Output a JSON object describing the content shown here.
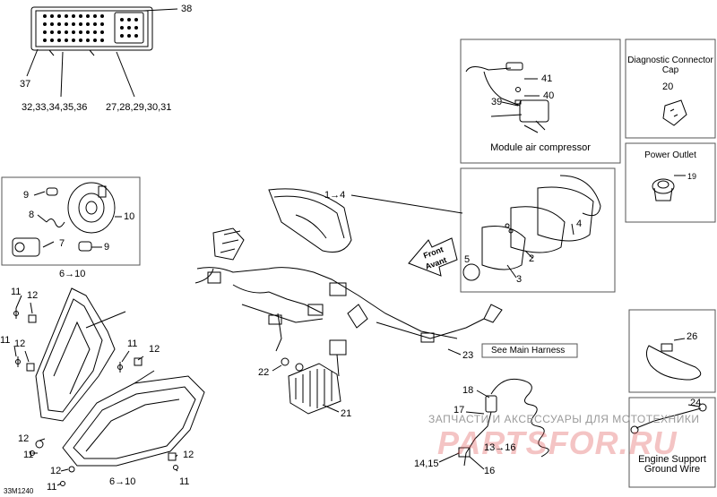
{
  "callouts": {
    "c38": "38",
    "c37": "37",
    "c32": "32,33,34,35,36",
    "c27": "27,28,29,30,31",
    "c41": "41",
    "c40": "40",
    "c39": "39",
    "c20": "20",
    "c19": "19",
    "c9a": "9",
    "c10": "10",
    "c8": "8",
    "c7": "7",
    "c9b": "9",
    "c6a": "6→10",
    "c1": "1→4",
    "c4": "4",
    "c2": "2",
    "c5": "5",
    "c3": "3",
    "c11a": "11",
    "c12a": "12",
    "c11b": "11",
    "c12b": "12",
    "c11c": "11",
    "c12c": "12",
    "c22": "22",
    "c21": "21",
    "c23": "23",
    "c26": "26",
    "c18": "18",
    "c17": "17",
    "c13": "13→16",
    "c16": "16",
    "c1415": "14,15",
    "c24": "24",
    "c12d": "12",
    "c11d": "11",
    "c12e": "12",
    "c12f": "12",
    "c11e": "11",
    "c11f": "11",
    "c6b": "6→10"
  },
  "boxes": {
    "compressor_title": "Module air compressor",
    "diag_title": "Diagnostic Connector Cap",
    "power_title": "Power Outlet",
    "ground_title": "Engine Support Ground Wire",
    "main_harness": "See Main Harness"
  },
  "front_arrow": {
    "line1": "Front",
    "line2": "Avant"
  },
  "watermark": {
    "top": "ЗАПЧАСТИ И АКСЕССУАРЫ ДЛЯ МОТОТЕХНИКИ",
    "brand": "PARTSFOR.RU"
  },
  "figure_code": "33M1240",
  "colors": {
    "line": "#000000",
    "watermark": "#e05a5a",
    "watermark_text": "#9a9a9a"
  }
}
